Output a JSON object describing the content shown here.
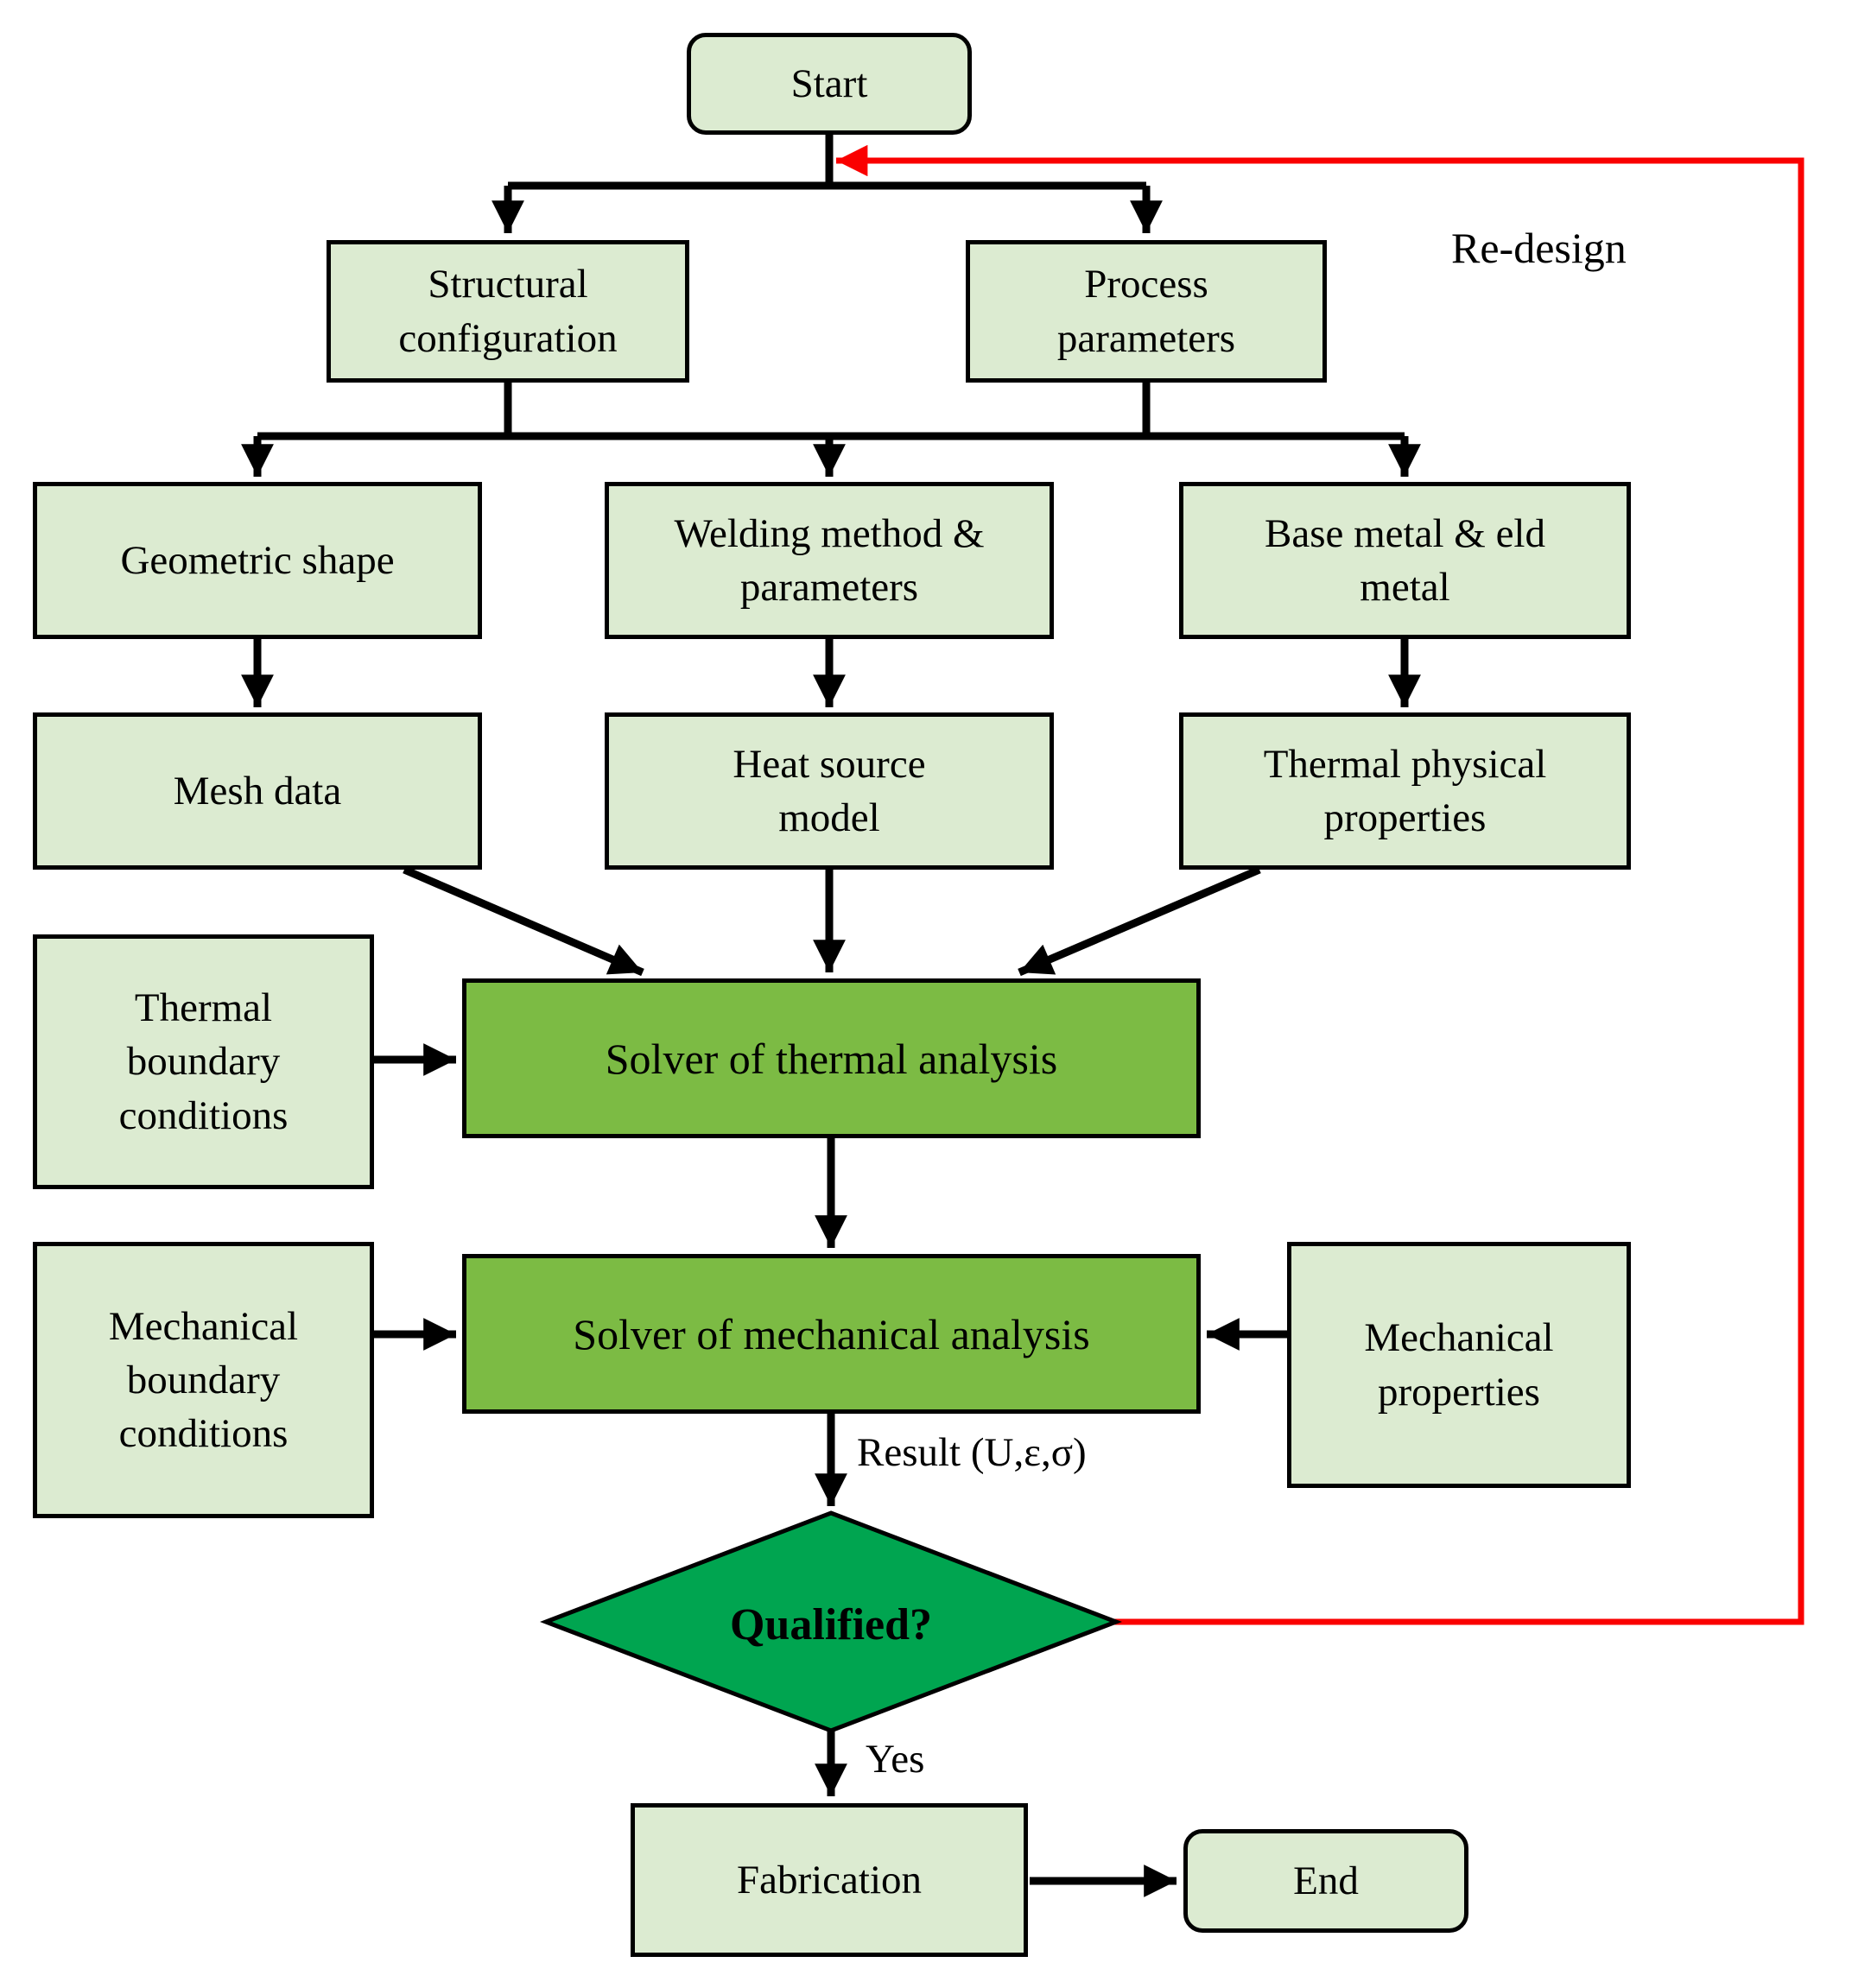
{
  "colors": {
    "node_fill": "#dcebd1",
    "solver_fill": "#7cbb44",
    "decision_fill": "#00a550",
    "border": "#000000",
    "arrow": "#000000",
    "redesign_arrow": "#fa0000",
    "background": "#ffffff"
  },
  "nodes": {
    "start": "Start",
    "structural_configuration": "Structural configuration",
    "process_parameters": "Process parameters",
    "geometric_shape": "Geometric shape",
    "welding_method_parameters": "Welding method & parameters",
    "base_metal_weld_metal": "Base metal & eld metal",
    "mesh_data": "Mesh data",
    "heat_source_model": "Heat source model",
    "thermal_physical_properties": "Thermal physical properties",
    "thermal_boundary_conditions": "Thermal boundary conditions",
    "solver_thermal_analysis": "Solver of thermal analysis",
    "mechanical_boundary_conditions": "Mechanical boundary conditions",
    "solver_mechanical_analysis": "Solver of mechanical analysis",
    "mechanical_properties": "Mechanical properties",
    "qualified_decision": "Qualified?",
    "fabrication": "Fabrication",
    "end": "End"
  },
  "edge_labels": {
    "redesign": "Re-design",
    "result": "Result (U,ε,σ)",
    "yes": "Yes"
  }
}
